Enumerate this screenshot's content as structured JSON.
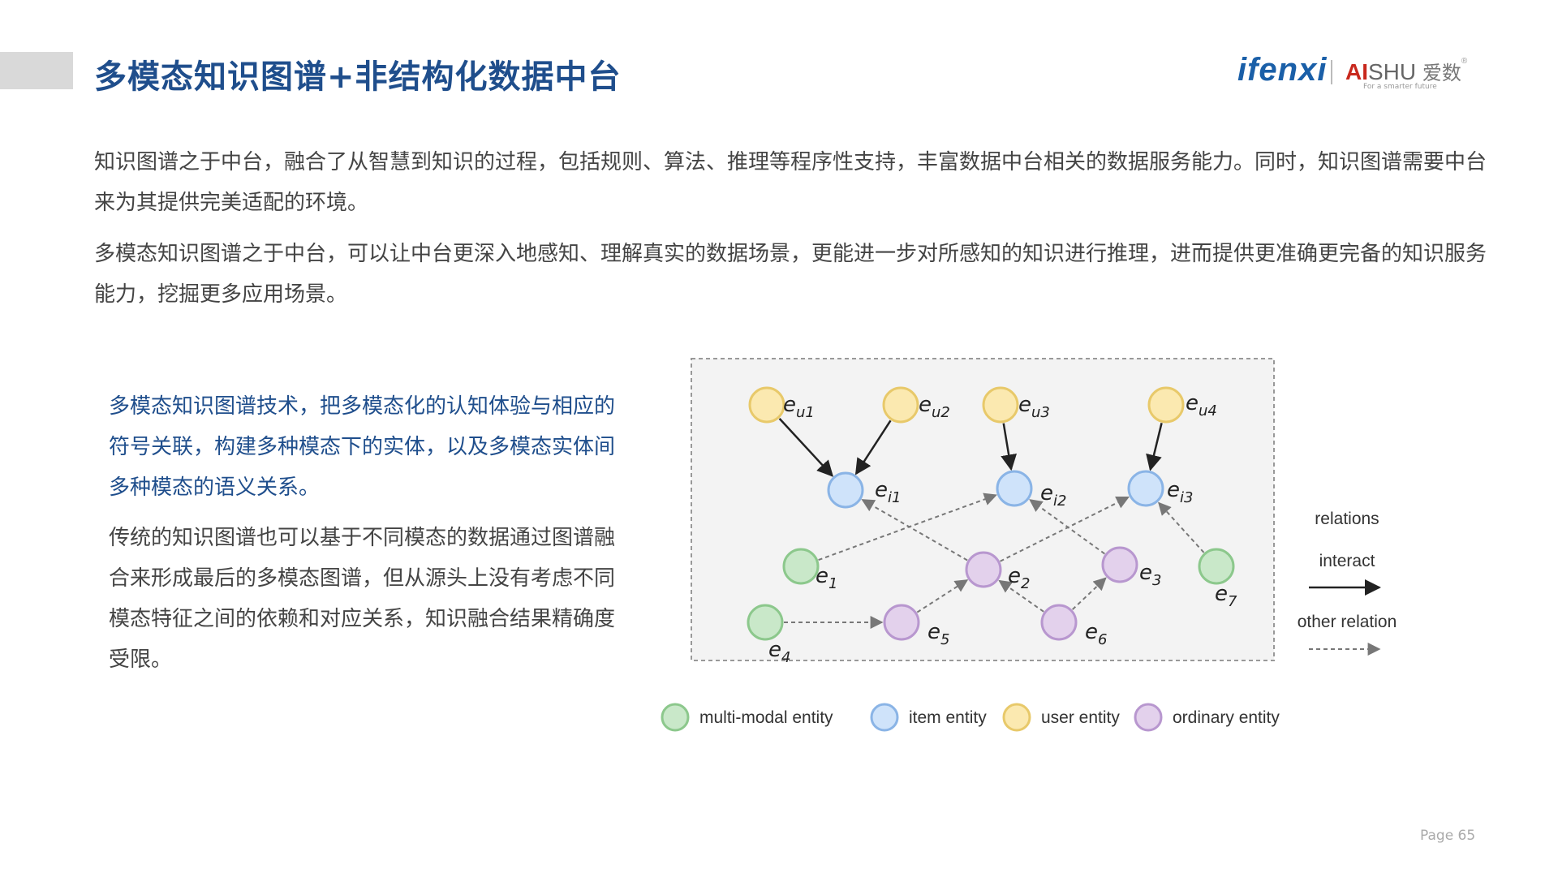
{
  "header": {
    "title": "多模态知识图谱+非结构化数据中台"
  },
  "logo": {
    "ifenxi": "ifenxi",
    "aishu_ai": "AI",
    "aishu_shu": "SHU",
    "aishu_cn": "爱数",
    "aishu_reg": "®",
    "tagline": "For a smarter future"
  },
  "body": {
    "paragraph1": "知识图谱之于中台，融合了从智慧到知识的过程，包括规则、算法、推理等程序性支持，丰富数据中台相关的数据服务能力。同时，知识图谱需要中台来为其提供完美适配的环境。",
    "paragraph2": "多模态知识图谱之于中台，可以让中台更深入地感知、理解真实的数据场景，更能进一步对所感知的知识进行推理，进而提供更准确更完备的知识服务能力，挖掘更多应用场景。",
    "left_highlight": "多模态知识图谱技术，把多模态化的认知体验与相应的符号关联，构建多种模态下的实体，以及多模态实体间多种模态的语义关系。",
    "left_text": "传统的知识图谱也可以基于不同模态的数据通过图谱融合来形成最后的多模态图谱，但从源头上没有考虑不同模态特征之间的依赖和对应关系，知识融合结果精确度受限。"
  },
  "diagram": {
    "colors": {
      "multi_modal": "#c9e8c9",
      "multi_modal_stroke": "#8cc88c",
      "item": "#cfe3fa",
      "item_stroke": "#8ab4e6",
      "user": "#fbe9b0",
      "user_stroke": "#e8c96a",
      "ordinary": "#e3d1ec",
      "ordinary_stroke": "#b897cf"
    },
    "nodes": [
      {
        "id": "eu1",
        "base": "e",
        "sub": "u1",
        "type": "user"
      },
      {
        "id": "eu2",
        "base": "e",
        "sub": "u2",
        "type": "user"
      },
      {
        "id": "eu3",
        "base": "e",
        "sub": "u3",
        "type": "user"
      },
      {
        "id": "eu4",
        "base": "e",
        "sub": "u4",
        "type": "user"
      },
      {
        "id": "ei1",
        "base": "e",
        "sub": "i1",
        "type": "item"
      },
      {
        "id": "ei2",
        "base": "e",
        "sub": "i2",
        "type": "item"
      },
      {
        "id": "ei3",
        "base": "e",
        "sub": "i3",
        "type": "item"
      },
      {
        "id": "e1",
        "base": "e",
        "sub": "1",
        "type": "multi_modal"
      },
      {
        "id": "e2",
        "base": "e",
        "sub": "2",
        "type": "ordinary"
      },
      {
        "id": "e3",
        "base": "e",
        "sub": "3",
        "type": "ordinary"
      },
      {
        "id": "e4",
        "base": "e",
        "sub": "4",
        "type": "multi_modal"
      },
      {
        "id": "e5",
        "base": "e",
        "sub": "5",
        "type": "ordinary"
      },
      {
        "id": "e6",
        "base": "e",
        "sub": "6",
        "type": "ordinary"
      },
      {
        "id": "e7",
        "base": "e",
        "sub": "7",
        "type": "multi_modal"
      }
    ],
    "edges": [
      {
        "from": "eu1",
        "to": "ei1",
        "kind": "interact"
      },
      {
        "from": "eu2",
        "to": "ei1",
        "kind": "interact"
      },
      {
        "from": "eu3",
        "to": "ei2",
        "kind": "interact"
      },
      {
        "from": "eu4",
        "to": "ei3",
        "kind": "interact"
      },
      {
        "from": "e1",
        "to": "ei2",
        "kind": "other"
      },
      {
        "from": "e2",
        "to": "ei1",
        "kind": "other"
      },
      {
        "from": "e2",
        "to": "ei3",
        "kind": "other"
      },
      {
        "from": "e3",
        "to": "ei2",
        "kind": "other"
      },
      {
        "from": "e7",
        "to": "ei3",
        "kind": "other"
      },
      {
        "from": "e4",
        "to": "e5",
        "kind": "other"
      },
      {
        "from": "e5",
        "to": "e2",
        "kind": "other"
      },
      {
        "from": "e6",
        "to": "e2",
        "kind": "other"
      },
      {
        "from": "e6",
        "to": "e3",
        "kind": "other"
      }
    ],
    "relations": {
      "title": "relations",
      "interact": "interact",
      "other": "other relation"
    },
    "legend": [
      {
        "type": "multi_modal",
        "label": "multi-modal entity"
      },
      {
        "type": "item",
        "label": "item entity"
      },
      {
        "type": "user",
        "label": "user entity"
      },
      {
        "type": "ordinary",
        "label": "ordinary entity"
      }
    ]
  },
  "footer": {
    "page": "Page  65"
  }
}
